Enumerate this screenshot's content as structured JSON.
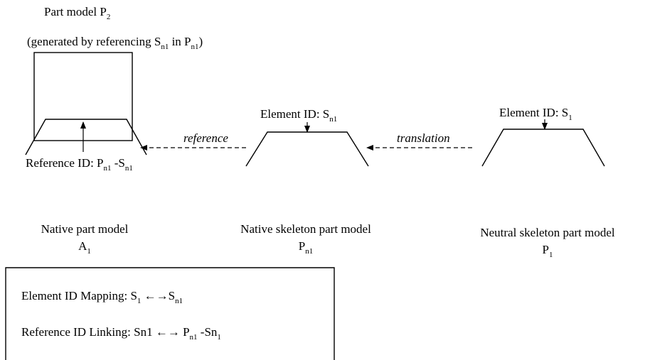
{
  "part_p2": {
    "title": "Part model P",
    "title_sub": "2",
    "note_prefix": "(generated by referencing S",
    "note_sub1": "n1",
    "note_mid": " in P",
    "note_sub2": "n1",
    "note_suffix": ")"
  },
  "native_part": {
    "ref_id_prefix": "Reference ID: P",
    "ref_id_sub1": "n1",
    "ref_id_mid": " -S",
    "ref_id_sub2": "n1",
    "caption_line1": "Native part model",
    "caption_line2": "A",
    "caption_line2_sub": "1"
  },
  "native_skeleton": {
    "element_id_prefix": "Element ID: S",
    "element_id_sub": "n1",
    "caption_line1": "Native skeleton part model",
    "caption_line2": "P",
    "caption_line2_sub": "n1"
  },
  "neutral_skeleton": {
    "element_id_prefix": "Element ID: S",
    "element_id_sub": "1",
    "caption_line1": "Neutral skeleton part model",
    "caption_line2": "P",
    "caption_line2_sub": "1"
  },
  "arrows": {
    "reference_label": "reference",
    "translation_label": "translation"
  },
  "mapping_box": {
    "line1_prefix": "Element ID Mapping: S",
    "line1_sub1": "1",
    "line1_arrow": " ←→",
    "line1_s": "S",
    "line1_sub2": "n1",
    "line2_prefix": "Reference ID Linking: Sn1 ←→ P",
    "line2_sub1": "n1",
    "line2_mid": " -Sn",
    "line2_sub2": "1"
  }
}
